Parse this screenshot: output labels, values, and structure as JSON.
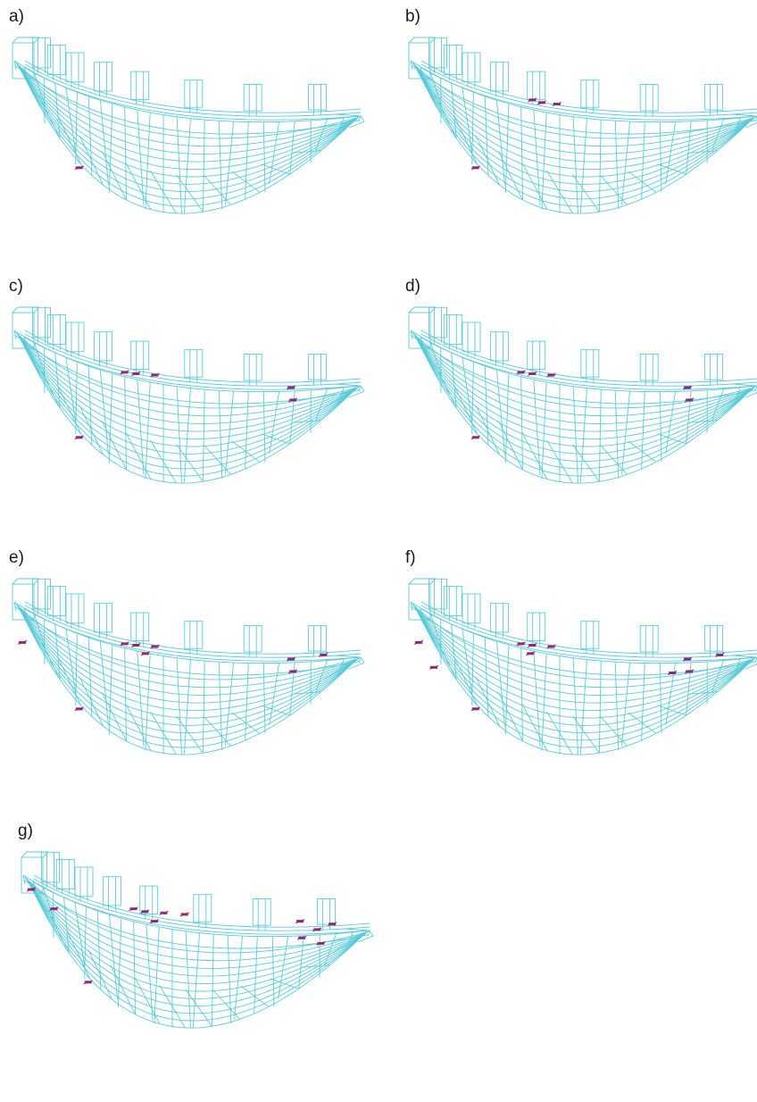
{
  "panels": [
    {
      "label": "a)",
      "markers": [
        [
          0.195,
          0.58
        ]
      ]
    },
    {
      "label": "b)",
      "markers": [
        [
          0.195,
          0.58
        ],
        [
          0.345,
          0.335
        ],
        [
          0.37,
          0.345
        ],
        [
          0.41,
          0.35
        ]
      ]
    },
    {
      "label": "c)",
      "markers": [
        [
          0.195,
          0.58
        ],
        [
          0.315,
          0.345
        ],
        [
          0.345,
          0.35
        ],
        [
          0.395,
          0.355
        ],
        [
          0.755,
          0.4
        ],
        [
          0.76,
          0.445
        ]
      ]
    },
    {
      "label": "d)",
      "markers": [
        [
          0.195,
          0.58
        ],
        [
          0.315,
          0.345
        ],
        [
          0.345,
          0.35
        ],
        [
          0.395,
          0.355
        ],
        [
          0.755,
          0.4
        ],
        [
          0.76,
          0.445
        ]
      ]
    },
    {
      "label": "e)",
      "markers": [
        [
          0.045,
          0.34
        ],
        [
          0.195,
          0.58
        ],
        [
          0.315,
          0.345
        ],
        [
          0.345,
          0.35
        ],
        [
          0.395,
          0.355
        ],
        [
          0.37,
          0.38
        ],
        [
          0.755,
          0.4
        ],
        [
          0.76,
          0.445
        ],
        [
          0.84,
          0.385
        ]
      ]
    },
    {
      "label": "f)",
      "markers": [
        [
          0.045,
          0.34
        ],
        [
          0.085,
          0.43
        ],
        [
          0.195,
          0.58
        ],
        [
          0.315,
          0.345
        ],
        [
          0.345,
          0.35
        ],
        [
          0.395,
          0.355
        ],
        [
          0.34,
          0.38
        ],
        [
          0.755,
          0.4
        ],
        [
          0.76,
          0.445
        ],
        [
          0.84,
          0.385
        ],
        [
          0.715,
          0.45
        ]
      ]
    },
    {
      "label": "g)",
      "markers": [
        [
          0.045,
          0.245
        ],
        [
          0.105,
          0.315
        ],
        [
          0.195,
          0.58
        ],
        [
          0.315,
          0.315
        ],
        [
          0.345,
          0.325
        ],
        [
          0.395,
          0.33
        ],
        [
          0.37,
          0.36
        ],
        [
          0.45,
          0.335
        ],
        [
          0.755,
          0.36
        ],
        [
          0.76,
          0.42
        ],
        [
          0.84,
          0.37
        ],
        [
          0.8,
          0.39
        ],
        [
          0.81,
          0.44
        ]
      ]
    }
  ],
  "colors": {
    "wire": "#5ccad8",
    "marker": "#8b2a7a",
    "label": "#1a1a1a"
  }
}
